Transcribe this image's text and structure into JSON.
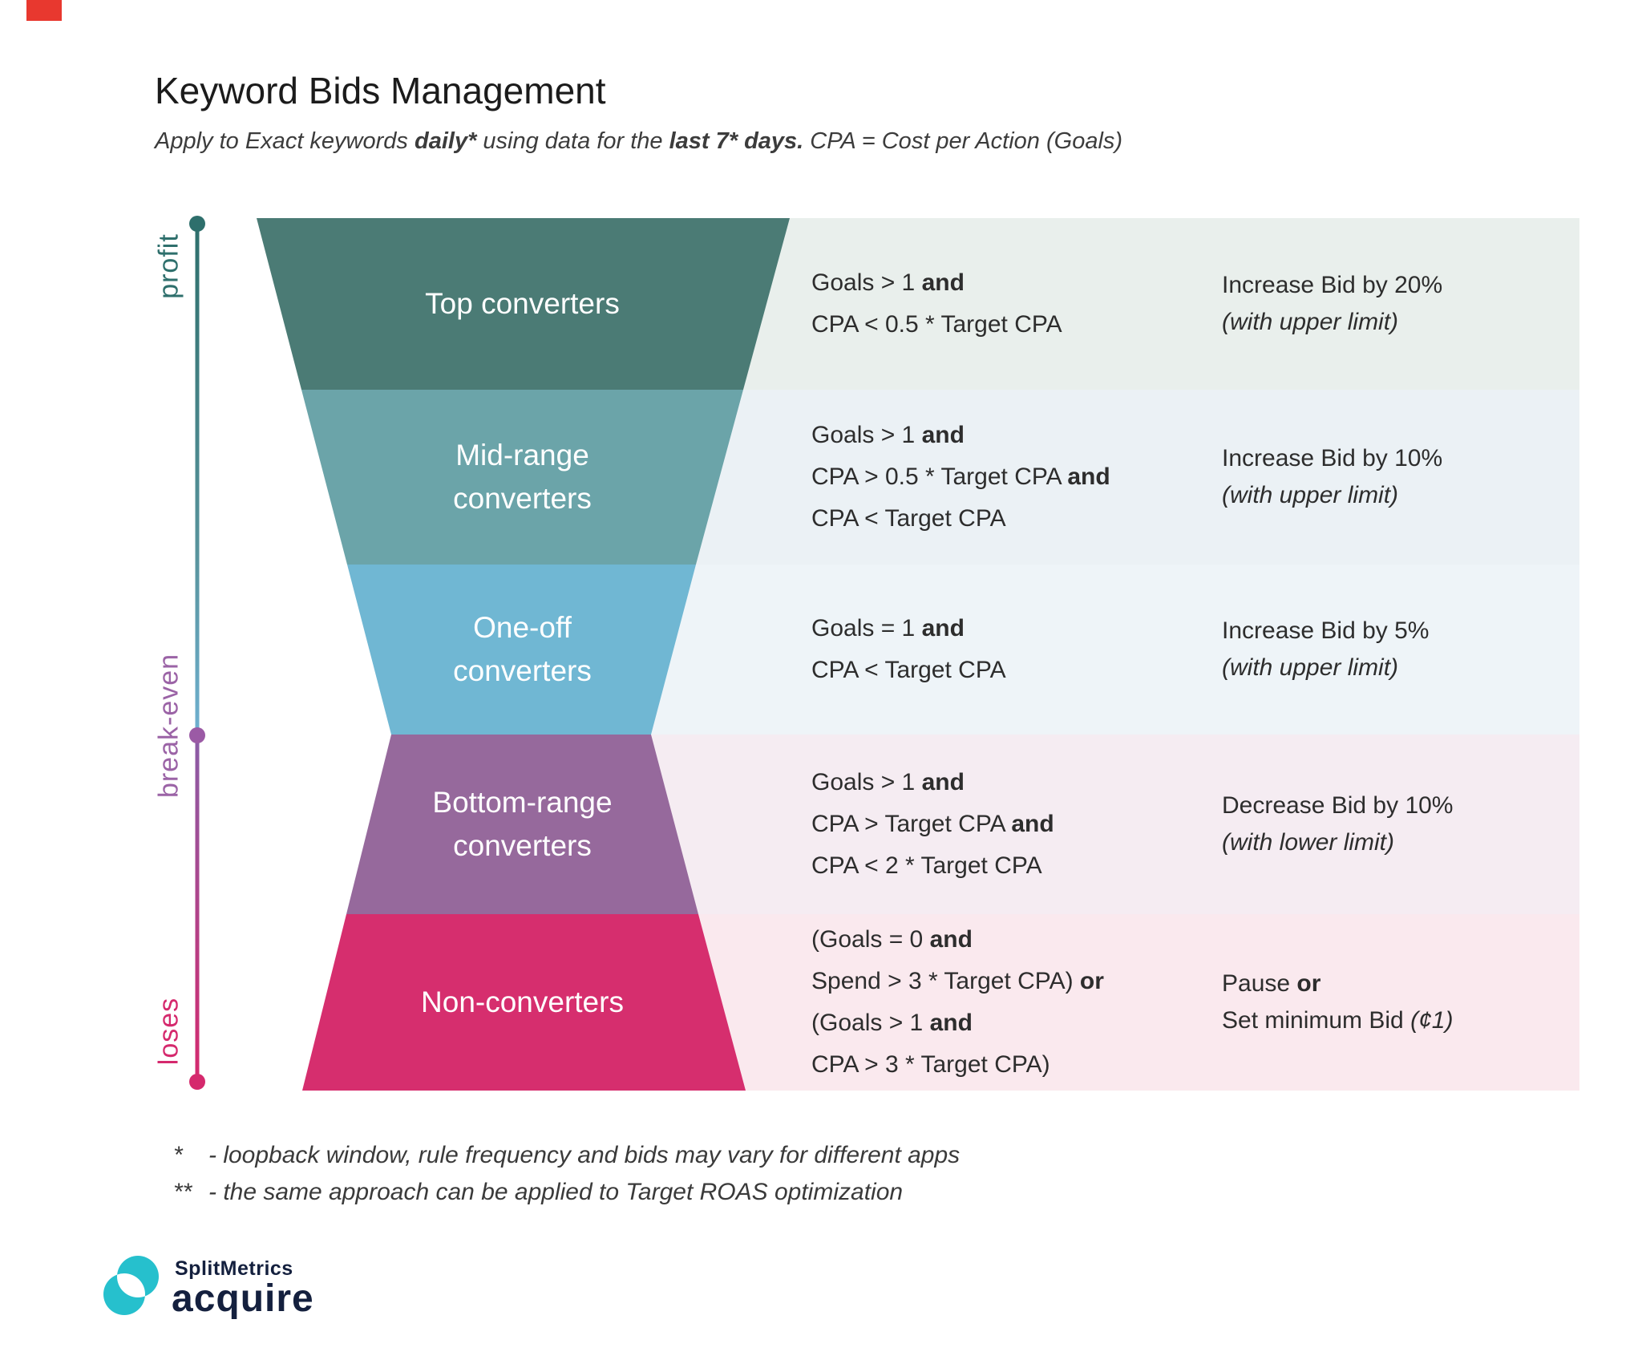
{
  "title": "Keyword Bids Management",
  "subtitle": {
    "parts": [
      {
        "t": "Apply to Exact keywords "
      },
      {
        "t": "daily*",
        "b": true
      },
      {
        "t": " using data for the "
      },
      {
        "t": "last 7* days.",
        "b": true
      },
      {
        "t": " CPA = Cost per Action (Goals)"
      }
    ]
  },
  "corner_mark": {
    "color": "#e8382f"
  },
  "axis": {
    "labels": [
      {
        "text": "profit",
        "color": "#2e6f6c"
      },
      {
        "text": "break-even",
        "color": "#9b63a6"
      },
      {
        "text": "loses",
        "color": "#d5296d"
      }
    ],
    "dot_colors": [
      "#2e6f6c",
      "#9b5aa5",
      "#d5296d"
    ],
    "gradient": [
      "#2e6f6c",
      "#58939c",
      "#6fb0d0",
      "#8a5da6",
      "#d5296d"
    ]
  },
  "rows": [
    {
      "label": [
        "Top converters"
      ],
      "color": "#4b7b75",
      "band_color": "#e9efec",
      "conditions": [
        [
          {
            "t": "Goals > 1 "
          },
          {
            "t": "and",
            "b": true
          }
        ],
        [
          {
            "t": "CPA < 0.5 * Target CPA"
          }
        ]
      ],
      "action": [
        [
          {
            "t": "Increase Bid by 20%"
          }
        ],
        [
          {
            "t": "(with upper limit)",
            "i": true
          }
        ]
      ]
    },
    {
      "label": [
        "Mid-range",
        "converters"
      ],
      "color": "#6ba4a9",
      "band_color": "#ebf1f5",
      "conditions": [
        [
          {
            "t": "Goals > 1 "
          },
          {
            "t": "and",
            "b": true
          }
        ],
        [
          {
            "t": "CPA > 0.5 * Target CPA "
          },
          {
            "t": "and",
            "b": true
          }
        ],
        [
          {
            "t": "CPA < Target CPA"
          }
        ]
      ],
      "action": [
        [
          {
            "t": "Increase Bid by 10%"
          }
        ],
        [
          {
            "t": "(with upper limit)",
            "i": true
          }
        ]
      ]
    },
    {
      "label": [
        "One-off",
        "converters"
      ],
      "color": "#70b7d3",
      "band_color": "#eef4f8",
      "conditions": [
        [
          {
            "t": "Goals = 1 "
          },
          {
            "t": "and",
            "b": true
          }
        ],
        [
          {
            "t": "CPA < Target CPA"
          }
        ]
      ],
      "action": [
        [
          {
            "t": "Increase Bid by 5%"
          }
        ],
        [
          {
            "t": "(with upper limit)",
            "i": true
          }
        ]
      ]
    },
    {
      "label": [
        "Bottom-range",
        "converters"
      ],
      "color": "#96699c",
      "band_color": "#f5ecf2",
      "conditions": [
        [
          {
            "t": "Goals > 1 "
          },
          {
            "t": "and",
            "b": true
          }
        ],
        [
          {
            "t": "CPA > Target CPA "
          },
          {
            "t": "and",
            "b": true
          }
        ],
        [
          {
            "t": "CPA < 2 * Target CPA"
          }
        ]
      ],
      "action": [
        [
          {
            "t": "Decrease Bid by 10%"
          }
        ],
        [
          {
            "t": "(with lower limit)",
            "i": true
          }
        ]
      ]
    },
    {
      "label": [
        "Non-converters"
      ],
      "color": "#d62e6e",
      "band_color": "#fae9ee",
      "conditions": [
        [
          {
            "t": "(Goals = 0 "
          },
          {
            "t": "and",
            "b": true
          }
        ],
        [
          {
            "t": "Spend > 3 * Target CPA) "
          },
          {
            "t": "or",
            "b": true
          }
        ],
        [
          {
            "t": "(Goals > 1 "
          },
          {
            "t": "and",
            "b": true
          }
        ],
        [
          {
            "t": "CPA > 3 * Target CPA)"
          }
        ]
      ],
      "action": [
        [
          {
            "t": "Pause "
          },
          {
            "t": "or",
            "b": true
          }
        ],
        [
          {
            "t": "Set minimum Bid "
          },
          {
            "t": "(¢1)",
            "i": true
          }
        ]
      ]
    }
  ],
  "footnotes": [
    {
      "marker": "*",
      "text": "- loopback window, rule frequency and bids may vary for different apps"
    },
    {
      "marker": "**",
      "text": "- the same approach can be applied to Target ROAS optimization"
    }
  ],
  "logo": {
    "brand": "SplitMetrics",
    "product": "acquire",
    "mark_color": "#26c0cd",
    "text_color": "#14203e"
  }
}
